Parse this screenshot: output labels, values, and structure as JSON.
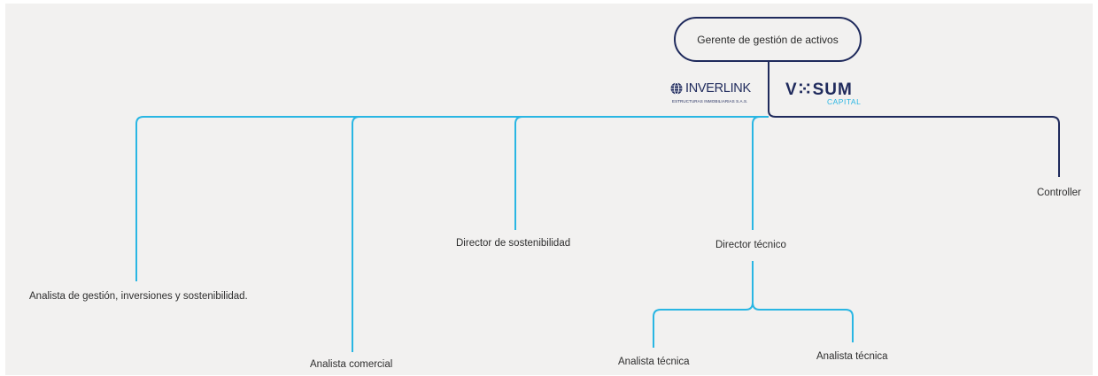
{
  "root": {
    "label": "Gerente de gestión de activos"
  },
  "logos": {
    "inverlink": {
      "name": "INVERLINK",
      "subtitle": "ESTRUCTURAS INMOBILIARIAS S.A.S."
    },
    "visum": {
      "name": "V⁙SUM",
      "subtitle": "CAPITAL"
    }
  },
  "nodes": {
    "analista_gestion": "Analista de gestión, inversiones y sostenibilidad.",
    "analista_comercial": "Analista comercial",
    "director_sostenibilidad": "Director de sostenibilidad",
    "director_tecnico": "Director técnico",
    "controller": "Controller",
    "analista_tecnica_1": "Analista técnica",
    "analista_tecnica_2": "Analista técnica"
  },
  "colors": {
    "primary_connector": "#29b6e3",
    "secondary_connector": "#1f2a5c",
    "background": "#f2f1f0",
    "brand_navy": "#1f2a5c"
  }
}
